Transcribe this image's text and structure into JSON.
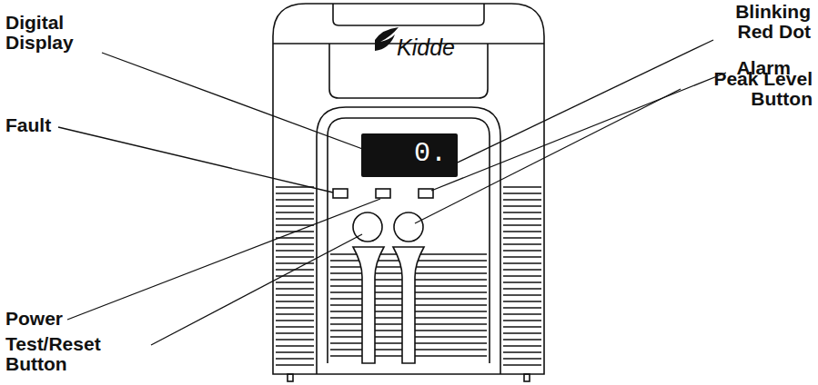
{
  "diagram": {
    "nodes": [
      {
        "text": [
          "0."
        ]
      }
    ],
    "labels": [
      "Digital Display",
      "Fault",
      "Power",
      "Test/Reset Button",
      "Blinking Red Dot",
      "Alarm",
      "Peak Level Button",
      "Kidde"
    ]
  }
}
